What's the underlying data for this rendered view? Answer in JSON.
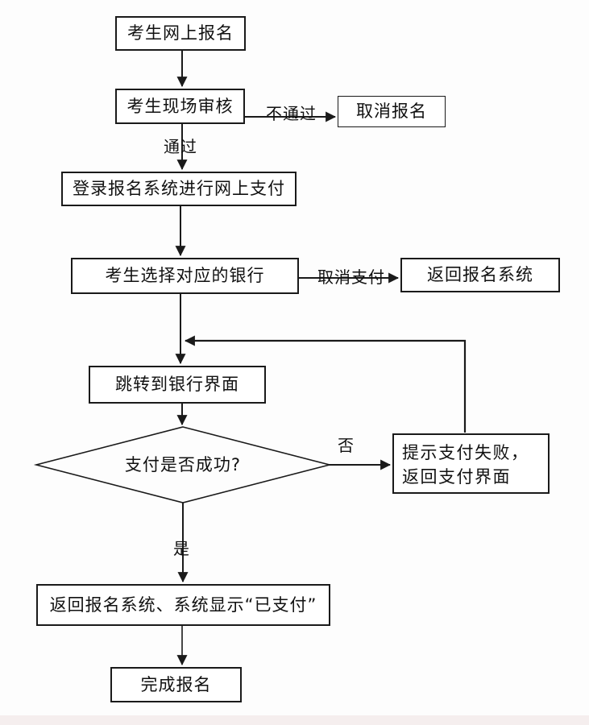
{
  "diagram": {
    "type": "flowchart",
    "background_color": "#fdfdfd",
    "line_color": "#1a1a1a",
    "node_fill_color": "#ffffff",
    "nodes": [
      {
        "id": "online-register",
        "shape": "rect",
        "label": "考生网上报名"
      },
      {
        "id": "onsite-review",
        "shape": "rect",
        "label": "考生现场审核"
      },
      {
        "id": "cancel-register",
        "shape": "rect",
        "label": "取消报名"
      },
      {
        "id": "login-pay",
        "shape": "rect",
        "label": "登录报名系统进行网上支付"
      },
      {
        "id": "select-bank",
        "shape": "rect",
        "label": "考生选择对应的银行"
      },
      {
        "id": "return-system",
        "shape": "rect",
        "label": "返回报名系统"
      },
      {
        "id": "jump-bank",
        "shape": "rect",
        "label": "跳转到银行界面"
      },
      {
        "id": "pay-success",
        "shape": "diamond",
        "label": "支付是否成功?"
      },
      {
        "id": "pay-failed",
        "shape": "rect",
        "label": "提示支付失败，返回支付界面"
      },
      {
        "id": "return-paid",
        "shape": "rect",
        "label": "返回报名系统、系统显示“已支付”"
      },
      {
        "id": "complete",
        "shape": "rect",
        "label": "完成报名"
      }
    ],
    "edge_labels": [
      {
        "id": "not-pass",
        "label": "不通过"
      },
      {
        "id": "pass",
        "label": "通过"
      },
      {
        "id": "cancel-pay",
        "label": "取消支付"
      },
      {
        "id": "no",
        "label": "否"
      },
      {
        "id": "yes",
        "label": "是"
      }
    ]
  }
}
